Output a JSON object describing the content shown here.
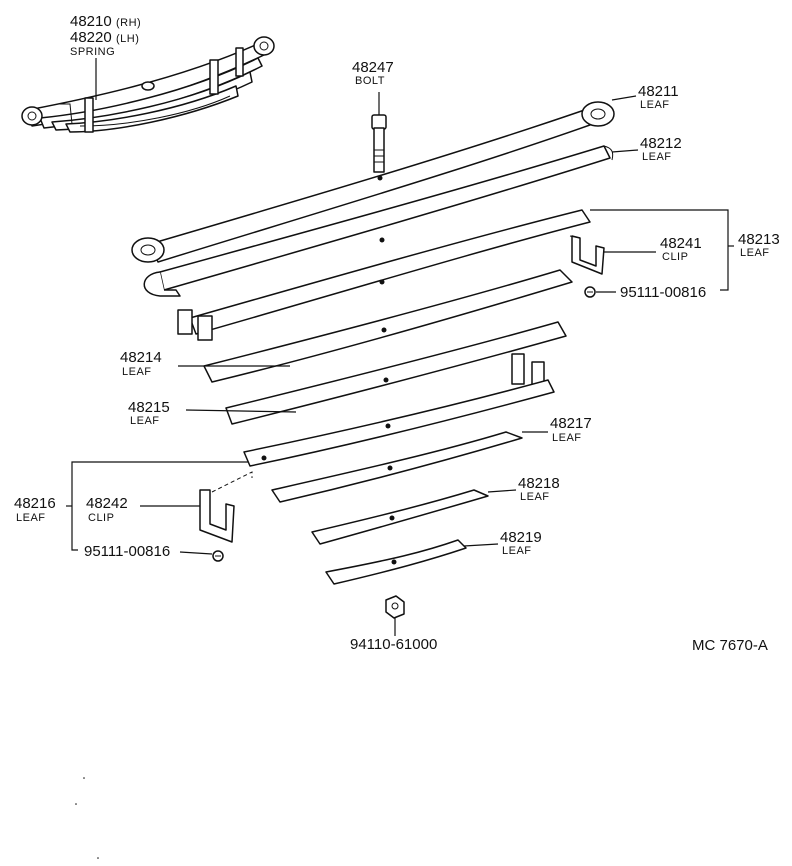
{
  "callouts": {
    "spring": {
      "pn_rh": "48210",
      "tag_rh": "(RH)",
      "pn_lh": "48220",
      "tag_lh": "(LH)",
      "name": "SPRING"
    },
    "bolt": {
      "pn": "48247",
      "name": "BOLT"
    },
    "leaf_48211": {
      "pn": "48211",
      "name": "LEAF"
    },
    "leaf_48212": {
      "pn": "48212",
      "name": "LEAF"
    },
    "leaf_48213": {
      "pn": "48213",
      "name": "LEAF"
    },
    "clip_48241": {
      "pn": "48241",
      "name": "CLIP"
    },
    "rivet_upper": {
      "pn": "95111-00816"
    },
    "leaf_48214": {
      "pn": "48214",
      "name": "LEAF"
    },
    "leaf_48215": {
      "pn": "48215",
      "name": "LEAF"
    },
    "leaf_48217": {
      "pn": "48217",
      "name": "LEAF"
    },
    "leaf_48216": {
      "pn": "48216",
      "name": "LEAF"
    },
    "clip_48242": {
      "pn": "48242",
      "name": "CLIP"
    },
    "rivet_lower": {
      "pn": "95111-00816"
    },
    "leaf_48218": {
      "pn": "48218",
      "name": "LEAF"
    },
    "leaf_48219": {
      "pn": "48219",
      "name": "LEAF"
    },
    "nut": {
      "pn": "94110-61000"
    }
  },
  "figure_code": "MC  7670-A"
}
